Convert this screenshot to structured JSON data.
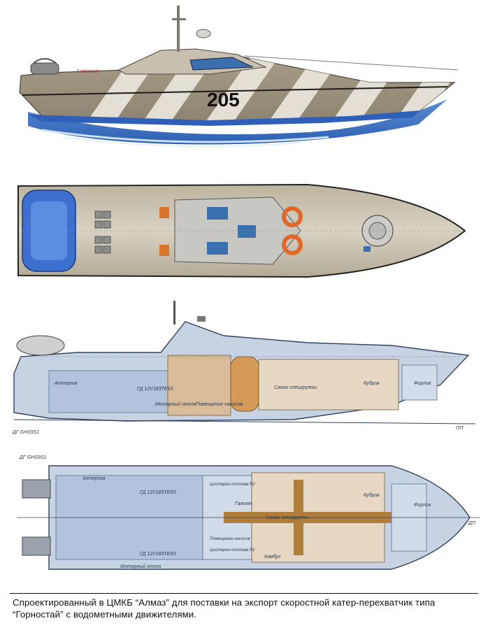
{
  "side_view": {
    "hull_number": "205",
    "hull_label": "ТАМОЖНЯ"
  },
  "profile_view": {
    "labels": {
      "aft": "Ахтерпик",
      "engine_model": "ГД 12V183TE93",
      "engine_room": "Моторный отсек",
      "pump_room": "Помещение насосов",
      "salon": "Салон спецгруппы",
      "crew": "Кубрик",
      "forepeak": "Форпик",
      "generator": "ДГ GHS9S1",
      "baseline": "ОП"
    }
  },
  "plan_view": {
    "labels": {
      "generator": "ДГ GHS9S1",
      "aft": "Ахтерпик",
      "engine_top": "ГД 12V183TE93",
      "engine_bottom": "ГД 12V183TE93",
      "engine_room": "Моторный отсек",
      "tank2": "Цистерна топлива N2",
      "pump_room": "Помещение насосов",
      "tank1": "Цистерна топлива N1",
      "toilet": "Гальюн",
      "salon": "Салон спецгруппы",
      "galley": "Камбуз",
      "crew": "Кубрик",
      "forepeak": "Форпик",
      "dp": "ДП"
    }
  },
  "caption": {
    "text": "Спроектированный в ЦМКБ “Алмаз” для поставки на экспорт скоростной катер-перехватчик типа “Горностай” с водометными движителями."
  }
}
